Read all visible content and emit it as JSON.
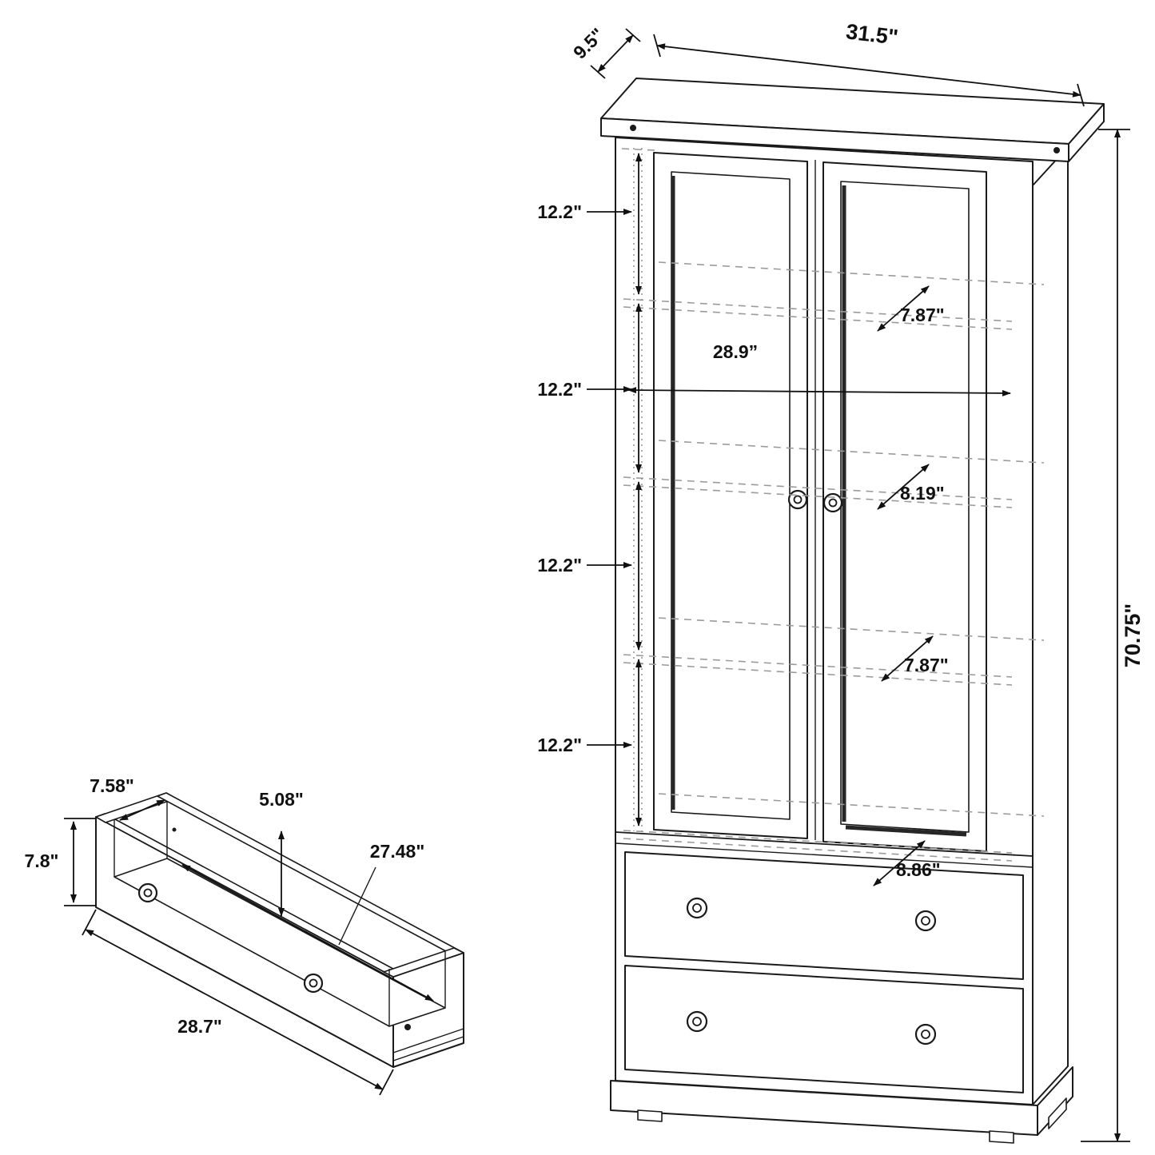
{
  "cabinet": {
    "dims": {
      "depth": "9.5\"",
      "width": "31.5\"",
      "height": "70.75\"",
      "shelf_spacing": "12.2\"",
      "spacing_top": "7.87\"",
      "interior_width": "28.9”",
      "spacing_middle": "8.19\"",
      "spacing_lower": "7.87\"",
      "spacing_bottom": "8.86\""
    }
  },
  "drawer": {
    "dims": {
      "inner_depth": "7.58\"",
      "inner_height": "5.08\"",
      "inner_length": "27.48\"",
      "front_height": "7.8\"",
      "length": "28.7\""
    }
  }
}
